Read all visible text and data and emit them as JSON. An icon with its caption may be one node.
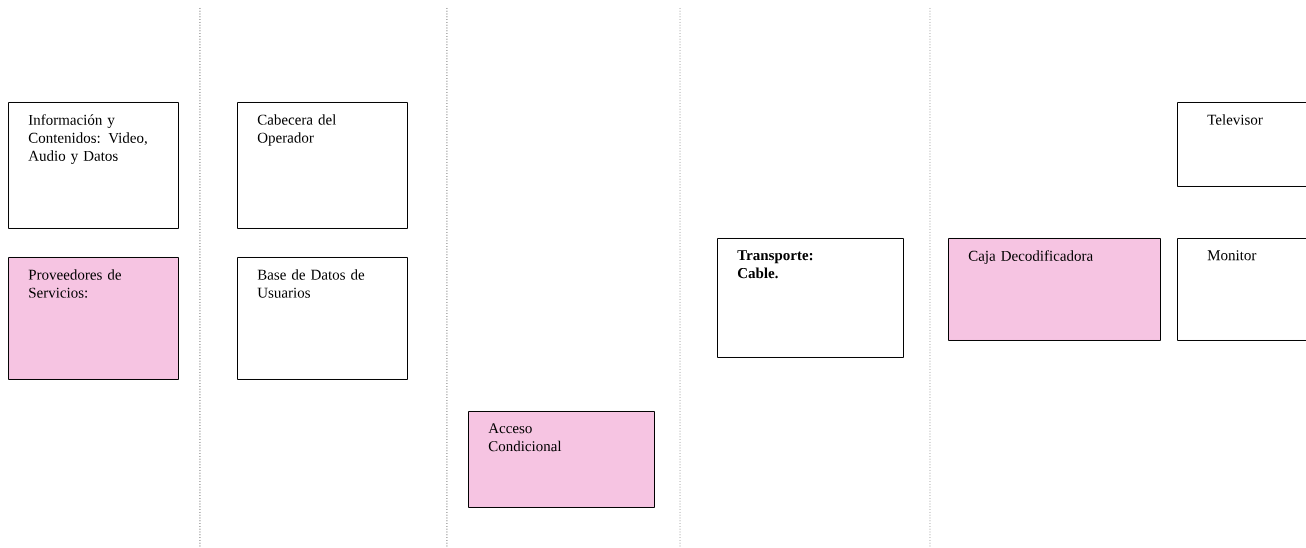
{
  "diagram": {
    "nodes": [
      {
        "text": [
          "Información y Contenidos: Video, Audio y Datos"
        ]
      },
      {
        "text": [
          "Proveedores de Servicios:"
        ]
      },
      {
        "text": [
          "Cabecera del Operador"
        ]
      },
      {
        "text": [
          "Base de Datos de Usuarios"
        ]
      },
      {
        "text": [
          "Acceso Condicional"
        ]
      },
      {
        "text": [
          "Transporte: Cable."
        ]
      },
      {
        "text": [
          "Caja Decodificadora"
        ]
      },
      {
        "text": [
          "Televisor"
        ]
      },
      {
        "text": [
          "Monitor"
        ]
      }
    ]
  }
}
